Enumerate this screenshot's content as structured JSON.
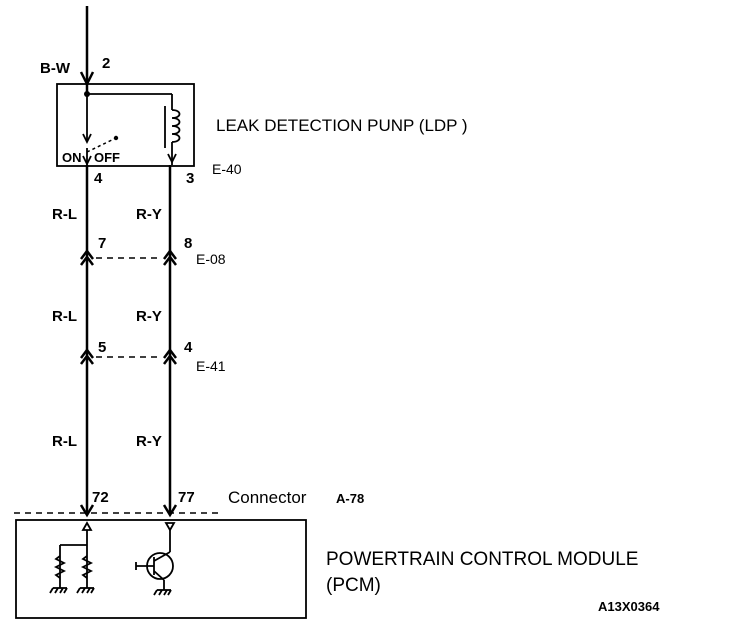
{
  "ldp": {
    "title": "LEAK DETECTION PUNP (LDP )",
    "switch_on": "ON",
    "switch_off": "OFF",
    "connector": "E-40",
    "pin_in": "2",
    "pin_left": "4",
    "pin_right": "3",
    "wire_in": "B-W"
  },
  "connectors": [
    {
      "id": "E-08",
      "pin_left": "7",
      "pin_right": "8"
    },
    {
      "id": "E-41",
      "pin_left": "5",
      "pin_right": "4"
    }
  ],
  "wires": {
    "left_color": "R-L",
    "right_color": "R-Y"
  },
  "pcm": {
    "connector_word": "Connector",
    "connector_id": "A-78",
    "pin_left": "72",
    "pin_right": "77",
    "title_line1": "POWERTRAIN CONTROL MODULE",
    "title_line2": "(PCM)"
  },
  "figure_code": "A13X0364"
}
